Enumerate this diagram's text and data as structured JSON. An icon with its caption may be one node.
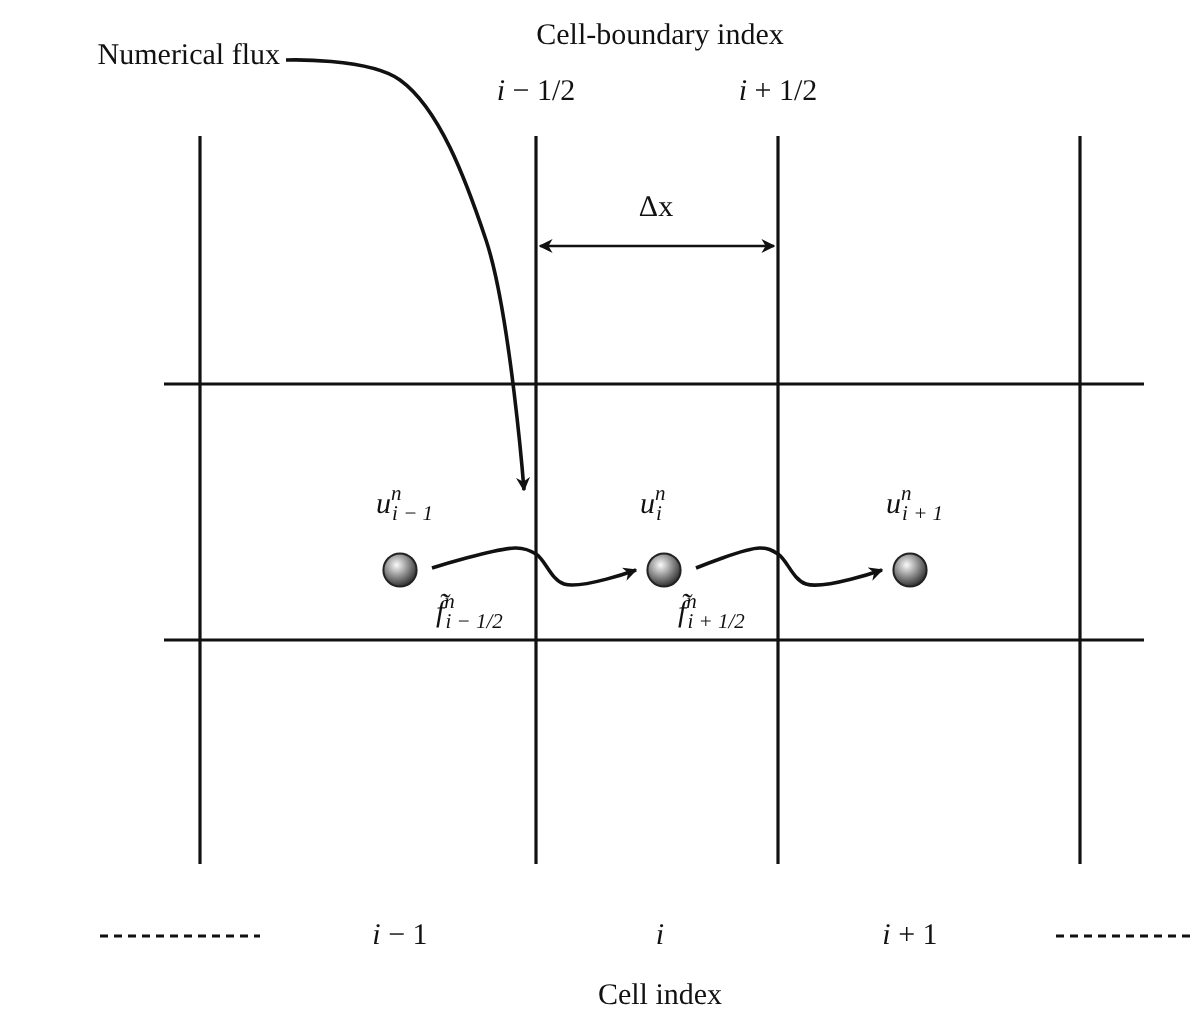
{
  "diagram": {
    "nodes": [
      {
        "text": [
          "Numerical flux"
        ]
      },
      {
        "text": [],
        "shape": "circle",
        "beside": [
          "*u*$^{n}$$_{i − 1}$"
        ]
      },
      {
        "text": [],
        "shape": "circle",
        "beside": [
          "*u*$^{n}$$_{i}$"
        ]
      },
      {
        "text": [],
        "shape": "circle",
        "beside": [
          "*u*$^{n}$$_{i + 1}$"
        ]
      }
    ],
    "edges": [
      {
        "from": 0,
        "to": null,
        "arrow": "to"
      },
      {
        "from": 1,
        "to": 2,
        "arrow": "to",
        "label": "*f̃*$^{n}$$_{i − 1/2}$"
      },
      {
        "from": 2,
        "to": 3,
        "arrow": "to",
        "label": "*f̃*$^{n}$$_{i + 1/2}$"
      }
    ],
    "labels": [
      "Cell-boundary index",
      "*i* − 1/2",
      "*i* + 1/2",
      "Δx",
      "*i* − 1",
      "*i*",
      "*i* + 1",
      "Cell index"
    ]
  }
}
